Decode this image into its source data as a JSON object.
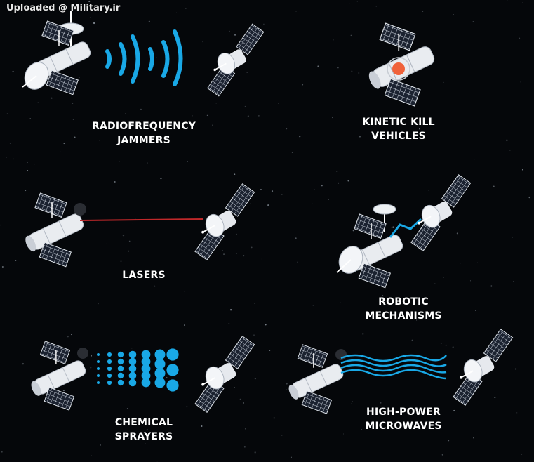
{
  "watermark": "Uploaded @ Military.ir",
  "colors": {
    "background": "#05070a",
    "accent_blue": "#19a8e6",
    "laser_red": "#c0282a",
    "satellite": "#e6e9ee"
  },
  "panels": [
    {
      "id": "rf",
      "lines": [
        "RADIOFREQUENCY",
        "JAMMERS"
      ]
    },
    {
      "id": "kinetic",
      "lines": [
        "KINETIC KILL",
        "VEHICLES"
      ]
    },
    {
      "id": "lasers",
      "lines": [
        "LASERS"
      ]
    },
    {
      "id": "robotic",
      "lines": [
        "ROBOTIC",
        "MECHANISMS"
      ]
    },
    {
      "id": "chemical",
      "lines": [
        "CHEMICAL",
        "SPRAYERS"
      ]
    },
    {
      "id": "microwave",
      "lines": [
        "HIGH-POWER",
        "MICROWAVES"
      ]
    }
  ]
}
